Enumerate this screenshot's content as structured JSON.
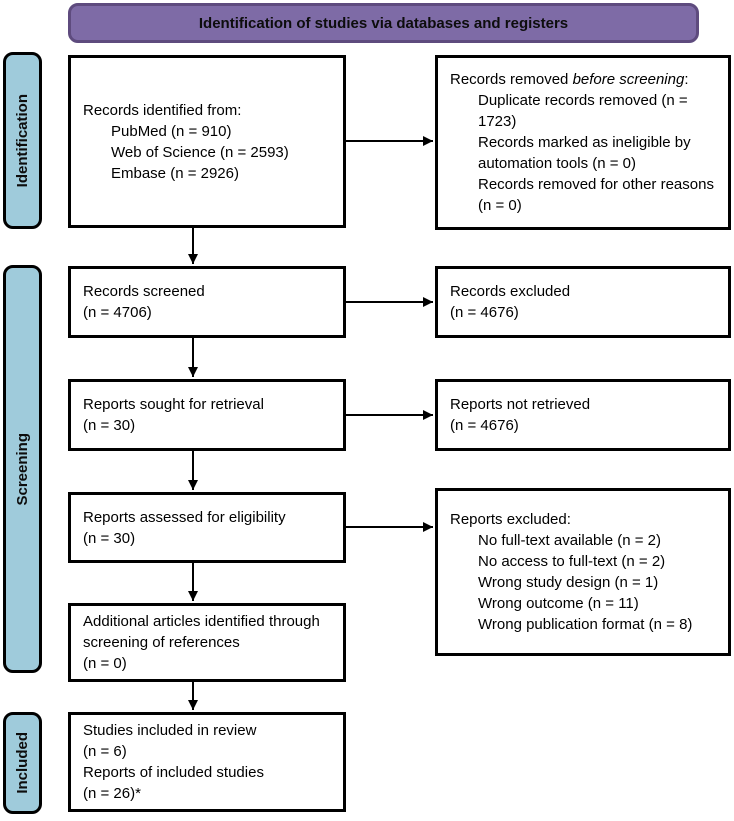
{
  "banner": {
    "title": "Identification of studies via databases and registers"
  },
  "stages": {
    "identification": "Identification",
    "screening": "Screening",
    "included": "Included"
  },
  "boxes": {
    "records_identified": {
      "title": "Records identified from:",
      "sources": [
        "PubMed (n = 910)",
        "Web of Science (n = 2593)",
        "Embase (n = 2926)"
      ]
    },
    "records_removed": {
      "title_prefix": "Records removed ",
      "title_italic": "before screening",
      "title_suffix": ":",
      "reasons": [
        "Duplicate records removed (n = 1723)",
        "Records marked as ineligible by automation tools (n = 0)",
        "Records removed for other reasons (n = 0)"
      ]
    },
    "records_screened": {
      "label": "Records screened",
      "count": "(n = 4706)"
    },
    "records_excluded": {
      "label": "Records excluded",
      "count": "(n = 4676)"
    },
    "reports_sought": {
      "label": "Reports sought for retrieval",
      "count": "(n = 30)"
    },
    "reports_not_retrieved": {
      "label": "Reports not retrieved",
      "count": "(n = 4676)"
    },
    "reports_assessed": {
      "label": "Reports assessed for eligibility",
      "count": "(n = 30)"
    },
    "reports_excluded": {
      "title": "Reports excluded:",
      "reasons": [
        "No full-text available (n = 2)",
        "No access to full-text (n = 2)",
        "Wrong study design (n = 1)",
        "Wrong outcome (n = 11)",
        "Wrong publication format (n = 8)"
      ]
    },
    "additional_articles": {
      "label": "Additional articles identified through screening of references",
      "count": "(n = 0)"
    },
    "studies_included": {
      "line1": "Studies included in review",
      "count1": "(n = 6)",
      "line2": "Reports of included studies",
      "count2": "(n = 26)*"
    }
  },
  "colors": {
    "purple_fill": "#7E6BA6",
    "purple_border": "#5E4B7E",
    "stage_fill": "#9FCBDB",
    "line_color": "#000000"
  }
}
